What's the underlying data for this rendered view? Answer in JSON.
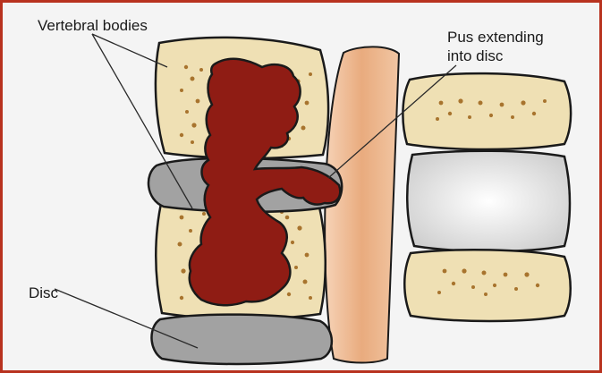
{
  "labels": {
    "vertebral_bodies": "Vertebral bodies",
    "pus_line1": "Pus extending",
    "pus_line2": "into disc",
    "disc": "Disc"
  },
  "colors": {
    "border": "#b8321f",
    "background": "#f4f4f4",
    "bone": "#efe0b4",
    "bone_speckle": "#a8742e",
    "pus": "#8f1c14",
    "disc": "#a2a2a2",
    "spinal_canal": "#eab289",
    "healthy_disc": "#dcdcdc",
    "outline": "#1a1a1a"
  }
}
